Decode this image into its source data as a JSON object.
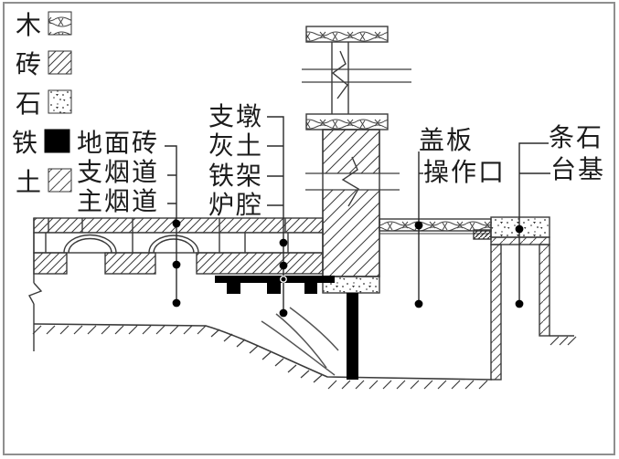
{
  "legend": {
    "items": [
      {
        "name": "wood",
        "label": "木"
      },
      {
        "name": "brick",
        "label": "砖"
      },
      {
        "name": "stone",
        "label": "石"
      },
      {
        "name": "iron",
        "label": "铁"
      },
      {
        "name": "earth",
        "label": "土"
      }
    ]
  },
  "labels": {
    "floor_brick": "地面砖",
    "branch_flue": "支烟道",
    "main_flue": "主烟道",
    "support_pier": "支墩",
    "lime_soil": "灰土",
    "iron_frame": "铁架",
    "furnace_chamber": "炉腔",
    "cover_plate": "盖板",
    "operation_opening": "操作口",
    "strip_stone": "条石",
    "platform_base": "台基"
  },
  "colors": {
    "line": "#3a3a3a",
    "iron": "#000000",
    "background": "#ffffff",
    "border": "#8f8f8f"
  }
}
